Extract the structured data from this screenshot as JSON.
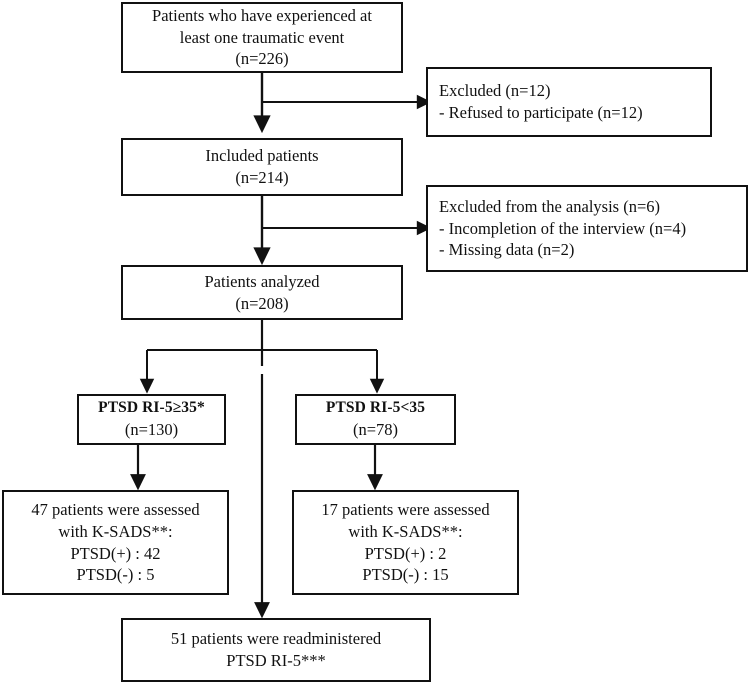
{
  "figure": {
    "type": "flowchart",
    "title": "Patient enrollment and PTSD assessment flow",
    "colors": {
      "stroke": "#111111",
      "background": "#ffffff",
      "text": "#111111"
    }
  },
  "nodes": {
    "enrolled": {
      "name": "enrolled-patients-box",
      "lines": [
        "Patients who have experienced at",
        "least one traumatic event",
        "(n=226)"
      ],
      "count": 226
    },
    "excluded_refused": {
      "name": "excluded-refused-box",
      "lines": [
        "Excluded (n=12)",
        "- Refused to participate (n=12)"
      ],
      "count": 12
    },
    "included": {
      "name": "included-patients-box",
      "lines": [
        "Included patients",
        "(n=214)"
      ],
      "count": 214
    },
    "excluded_analysis": {
      "name": "excluded-from-analysis-box",
      "lines": [
        "Excluded from the analysis (n=6)",
        "- Incompletion of the interview (n=4)",
        "- Missing data (n=2)"
      ],
      "count": 6
    },
    "analyzed": {
      "name": "patients-analyzed-box",
      "lines": [
        "Patients analyzed",
        "(n=208)"
      ],
      "count": 208
    },
    "ptsd_high": {
      "name": "ptsd-ri5-high-box",
      "lines": [
        "PTSD RI-5≥35*",
        "(n=130)"
      ],
      "bold_lines": [
        0
      ],
      "count": 130
    },
    "ptsd_low": {
      "name": "ptsd-ri5-low-box",
      "lines": [
        "PTSD RI-5<35",
        "(n=78)"
      ],
      "bold_lines": [
        0
      ],
      "count": 78
    },
    "ksads_high": {
      "name": "ksads-assessed-high-box",
      "lines": [
        "47 patients were assessed",
        "with K-SADS**:",
        "PTSD(+) : 42",
        "PTSD(-) : 5"
      ],
      "assessed": 47,
      "ptsd_positive": 42,
      "ptsd_negative": 5
    },
    "ksads_low": {
      "name": "ksads-assessed-low-box",
      "lines": [
        "17 patients were assessed",
        "with K-SADS**:",
        "PTSD(+) : 2",
        "PTSD(-) : 15"
      ],
      "assessed": 17,
      "ptsd_positive": 2,
      "ptsd_negative": 15
    },
    "readministered": {
      "name": "readministered-box",
      "lines": [
        "51 patients were readministered",
        "PTSD RI-5***"
      ],
      "count": 51
    }
  },
  "connectors": [
    {
      "name": "enrolled-to-included",
      "from": "enrolled",
      "to": "included",
      "style": "arrow-down"
    },
    {
      "name": "enrolled-to-excluded-refused",
      "from": "enrolled",
      "to": "excluded_refused",
      "style": "branch-right"
    },
    {
      "name": "included-to-analyzed",
      "from": "included",
      "to": "analyzed",
      "style": "arrow-down"
    },
    {
      "name": "included-to-excluded-analysis",
      "from": "included",
      "to": "excluded_analysis",
      "style": "branch-right"
    },
    {
      "name": "analyzed-to-ptsd-high",
      "from": "analyzed",
      "to": "ptsd_high",
      "style": "split-left"
    },
    {
      "name": "analyzed-to-ptsd-low",
      "from": "analyzed",
      "to": "ptsd_low",
      "style": "split-right"
    },
    {
      "name": "analyzed-to-readministered",
      "from": "analyzed",
      "to": "readministered",
      "style": "arrow-down-long"
    },
    {
      "name": "ptsd-high-to-ksads-high",
      "from": "ptsd_high",
      "to": "ksads_high",
      "style": "arrow-down"
    },
    {
      "name": "ptsd-low-to-ksads-low",
      "from": "ptsd_low",
      "to": "ksads_low",
      "style": "arrow-down"
    }
  ]
}
